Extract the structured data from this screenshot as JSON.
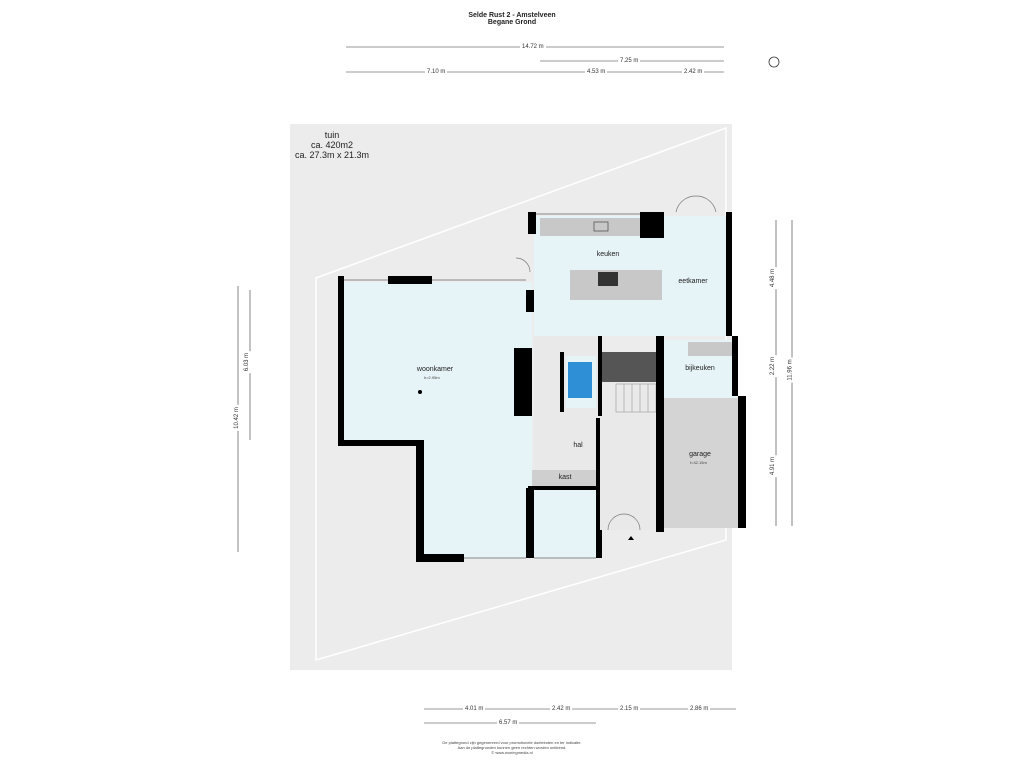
{
  "header": {
    "title": "Selde Rust 2 - Amstelveen",
    "floor": "Begane Grond"
  },
  "dimensions": {
    "top_total": "14.72 m",
    "top_right": "7.25 m",
    "top_a": "7.10 m",
    "top_b": "4.53 m",
    "top_c": "2.42 m",
    "left_outer": "10.42 m",
    "left_inner": "6.03 m",
    "right_a": "4.48 m",
    "right_b": "2.22 m",
    "right_c": "4.91 m",
    "right_total": "11.96 m",
    "bottom_a": "4.01 m",
    "bottom_b": "2.42 m",
    "bottom_c": "2.15 m",
    "bottom_d": "2.86 m",
    "bottom_total": "6.57 m"
  },
  "garden": {
    "name": "tuin",
    "area": "ca. 420m2",
    "size": "ca. 27.3m x 21.3m"
  },
  "rooms": {
    "woonkamer": "woonkamer",
    "woonkamer_height": "h=2.95m",
    "keuken": "keuken",
    "eetkamer": "eetkamer",
    "bijkeuken": "bijkeuken",
    "hal": "hal",
    "kast": "kast",
    "garage": "garage",
    "garage_area": "f=42.15m"
  },
  "footer": {
    "line1": "De plattegrond zijn gegenereerd voor promotionele doeleinden en ter indicatie.",
    "line2": "Aan de plattegronden kunnen geen rechten worden ontleend.",
    "line3": "© www.woningmedia.nl"
  },
  "colors": {
    "floor": "#e6f3f7",
    "wall": "#000000",
    "garden": "#ececec",
    "hallway": "#e9e9e9",
    "garage": "#d4d4d4",
    "toilet_tile": "#2f8fd6",
    "counter": "#c8c8c8"
  },
  "icons": {
    "compass": "compass-icon"
  }
}
